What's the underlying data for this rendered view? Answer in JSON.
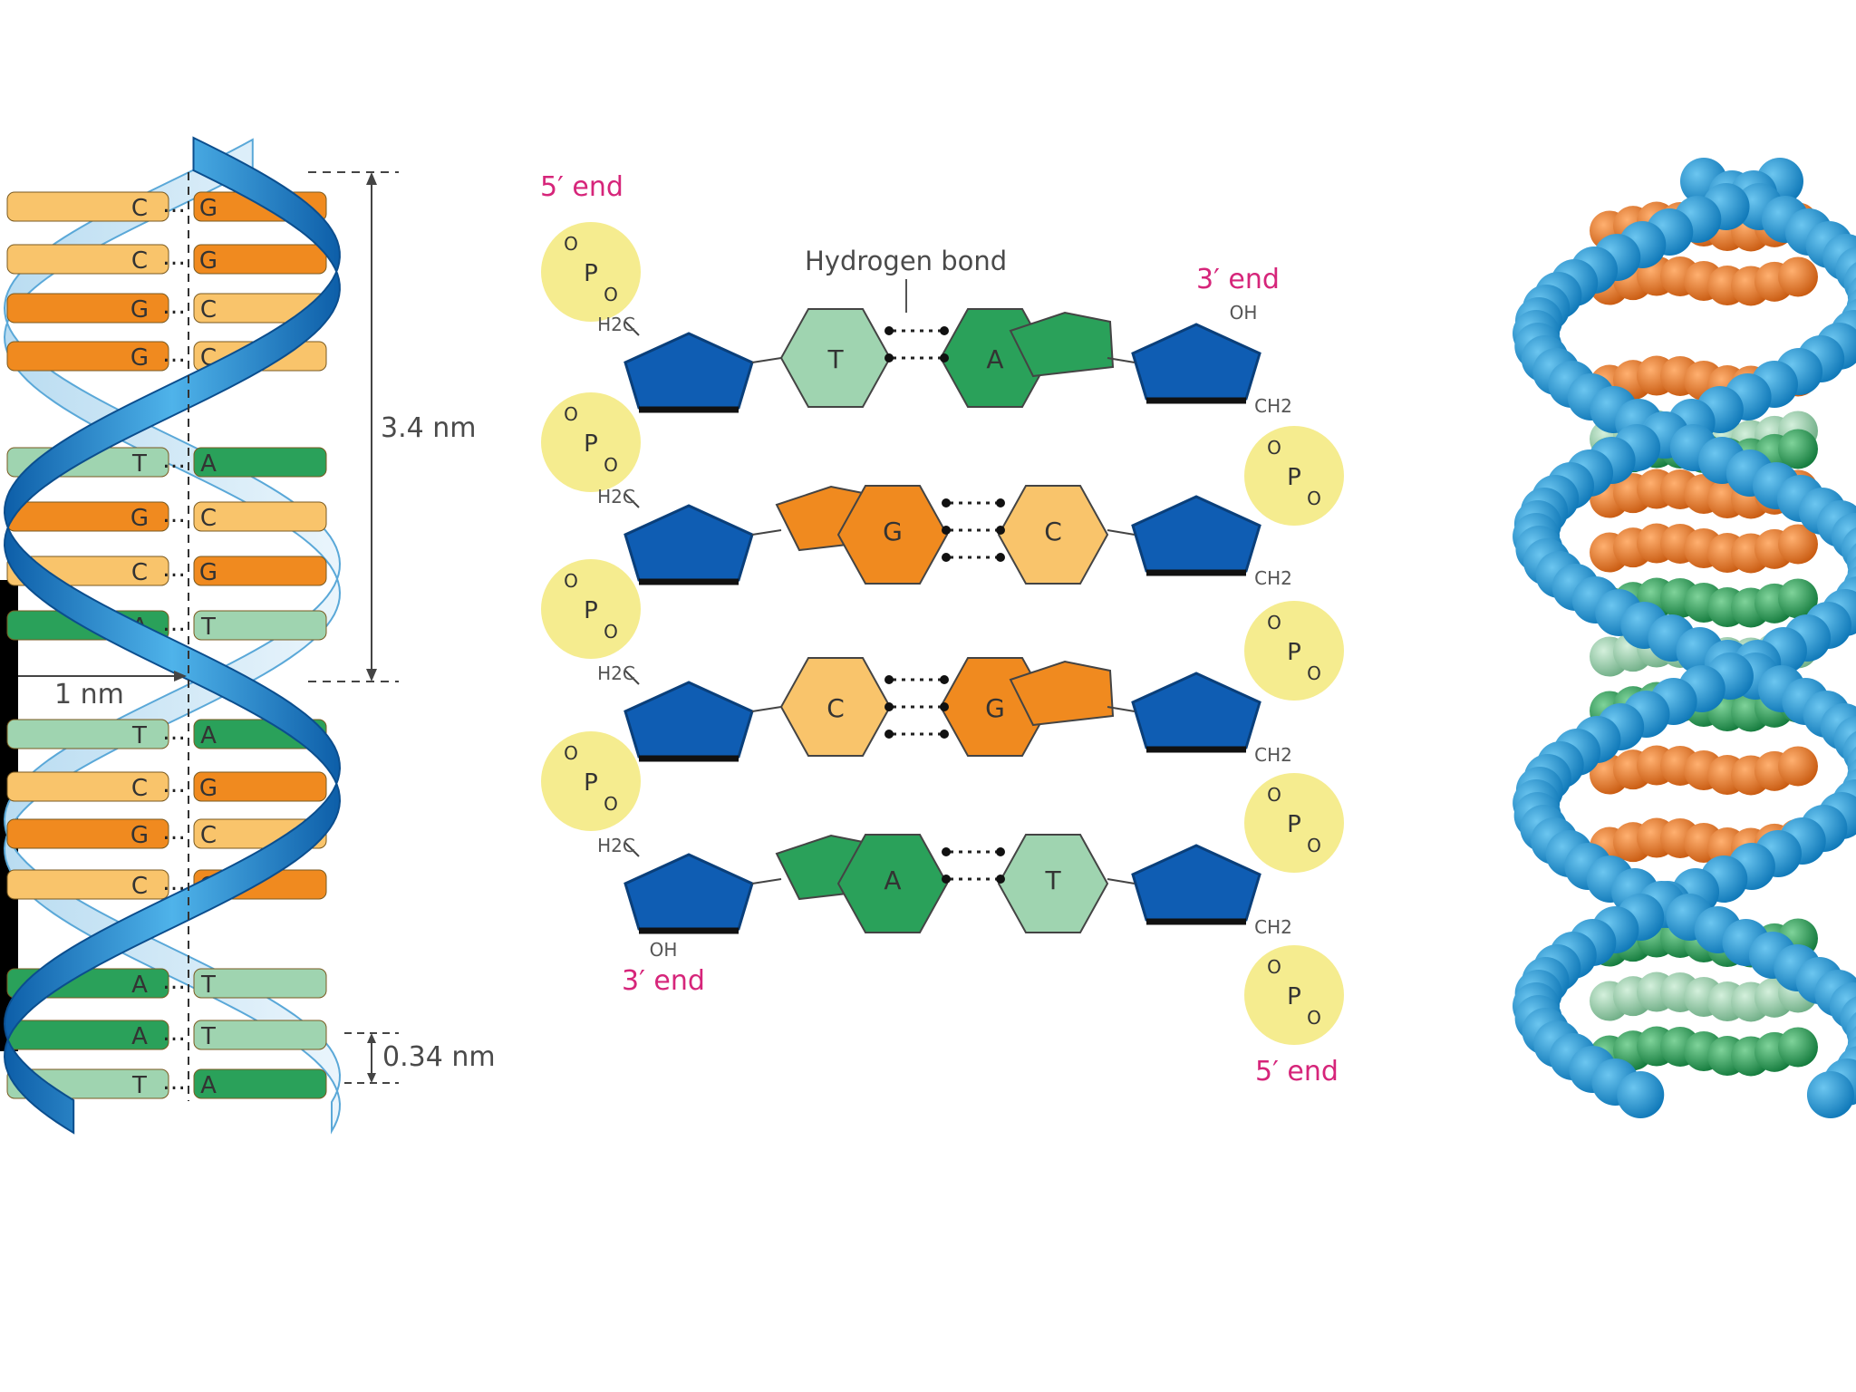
{
  "ribbon_model": {
    "dimensions": {
      "turn_length": "3.4 nm",
      "base_spacing": "0.34 nm",
      "radius": "1 nm"
    },
    "base_pairs": [
      [
        "C",
        "G"
      ],
      [
        "C",
        "G"
      ],
      [
        "G",
        "C"
      ],
      [
        "G",
        "C"
      ],
      [
        "T",
        "A"
      ],
      [
        "G",
        "C"
      ],
      [
        "C",
        "G"
      ],
      [
        "A",
        "T"
      ],
      [
        "T",
        "A"
      ],
      [
        "C",
        "G"
      ],
      [
        "G",
        "C"
      ],
      [
        "C",
        "G"
      ],
      [
        "A",
        "T"
      ],
      [
        "A",
        "T"
      ],
      [
        "T",
        "A"
      ]
    ]
  },
  "chemical_structure": {
    "labels": {
      "five_prime_top": "5′ end",
      "three_prime_top": "3′ end",
      "three_prime_bottom": "3′ end",
      "five_prime_bottom": "5′ end",
      "hydrogen_bond": "Hydrogen bond"
    },
    "atoms": {
      "oh": "OH",
      "h2c": "H2C",
      "ch2": "CH2",
      "p": "P",
      "o": "O"
    },
    "pairs": [
      {
        "left": "T",
        "right": "A"
      },
      {
        "left": "G",
        "right": "C"
      },
      {
        "left": "C",
        "right": "G"
      },
      {
        "left": "A",
        "right": "T"
      }
    ]
  },
  "colors": {
    "backbone_blue": "#1a8cd8",
    "sugar_blue": "#0f5db3",
    "guanine_orange": "#f08a1f",
    "cytosine_light_orange": "#f9c46b",
    "adenine_green": "#2aa15a",
    "thymine_light_green": "#9fd4b0",
    "phosphate_yellow": "#f5ec8f",
    "end_label_pink": "#d6257a"
  }
}
